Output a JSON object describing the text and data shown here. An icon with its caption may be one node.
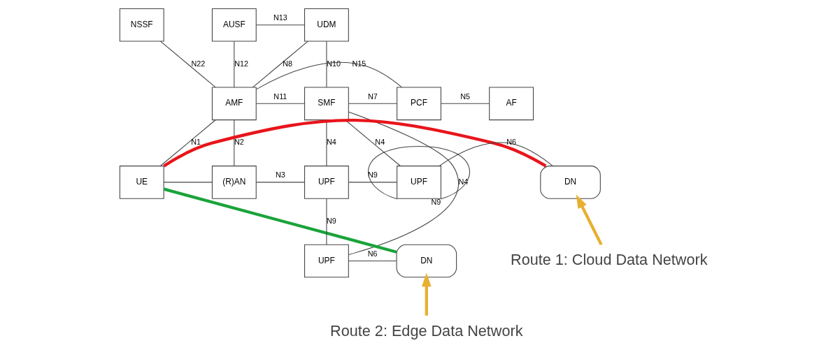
{
  "diagram": {
    "nodes": [
      {
        "text": [
          "NSSF"
        ]
      },
      {
        "text": [
          "AUSF"
        ]
      },
      {
        "text": [
          "UDM"
        ]
      },
      {
        "text": [
          "AMF"
        ]
      },
      {
        "text": [
          "SMF"
        ]
      },
      {
        "text": [
          "PCF"
        ]
      },
      {
        "text": [
          "AF"
        ]
      },
      {
        "text": [
          "UE"
        ]
      },
      {
        "text": [
          "(R)AN"
        ]
      },
      {
        "text": [
          "UPF"
        ]
      },
      {
        "text": [
          "UPF"
        ]
      },
      {
        "text": [
          "DN"
        ]
      },
      {
        "text": [
          "UPF"
        ]
      },
      {
        "text": [
          "DN"
        ]
      },
      {
        "text": [
          "Route 1: Cloud Data Network"
        ]
      },
      {
        "text": [
          "Route 2: Edge Data Network"
        ]
      }
    ],
    "edges": [
      {
        "from": 1,
        "to": 2,
        "arrow": "none",
        "label": "N13"
      },
      {
        "from": 0,
        "to": 3,
        "arrow": "none",
        "label": "N22"
      },
      {
        "from": 1,
        "to": 3,
        "arrow": "none",
        "label": "N12"
      },
      {
        "from": 2,
        "to": 3,
        "arrow": "none",
        "label": "N8"
      },
      {
        "from": 2,
        "to": 4,
        "arrow": "none",
        "label": "N10"
      },
      {
        "from": 3,
        "to": 4,
        "arrow": "none",
        "label": "N11"
      },
      {
        "from": 4,
        "to": 5,
        "arrow": "none",
        "label": "N7"
      },
      {
        "from": 5,
        "to": 6,
        "arrow": "none",
        "label": "N5"
      },
      {
        "from": 3,
        "to": 5,
        "arrow": "none",
        "label": "N15"
      },
      {
        "from": 7,
        "to": 3,
        "arrow": "none",
        "label": "N1"
      },
      {
        "from": 8,
        "to": 3,
        "arrow": "none",
        "label": "N2"
      },
      {
        "from": 9,
        "to": 4,
        "arrow": "none",
        "label": "N4"
      },
      {
        "from": 12,
        "to": 4,
        "arrow": "none",
        "label": "N4"
      },
      {
        "from": 10,
        "to": 4,
        "arrow": "none",
        "label": "N4"
      },
      {
        "from": 7,
        "to": 8,
        "arrow": "none"
      },
      {
        "from": 8,
        "to": 9,
        "arrow": "none",
        "label": "N3"
      },
      {
        "from": 9,
        "to": 10,
        "arrow": "none",
        "label": "N9"
      },
      {
        "from": 10,
        "to": 11,
        "arrow": "none",
        "label": "N6"
      },
      {
        "from": 10,
        "to": 10,
        "arrow": "none",
        "label": "N9"
      },
      {
        "from": 9,
        "to": 12,
        "arrow": "none",
        "label": "N9"
      },
      {
        "from": 12,
        "to": 13,
        "arrow": "none",
        "label": "N6"
      },
      {
        "from": 7,
        "to": 11,
        "arrow": "none",
        "style": "thick",
        "color": "#e8151b"
      },
      {
        "from": 7,
        "to": 13,
        "arrow": "none",
        "style": "thick",
        "color": "#1aa33a"
      },
      {
        "from": 14,
        "to": 11,
        "arrow": "to",
        "style": "thick",
        "color": "#e8b030"
      },
      {
        "from": 15,
        "to": 13,
        "arrow": "to",
        "style": "thick",
        "color": "#e8b030"
      }
    ]
  }
}
